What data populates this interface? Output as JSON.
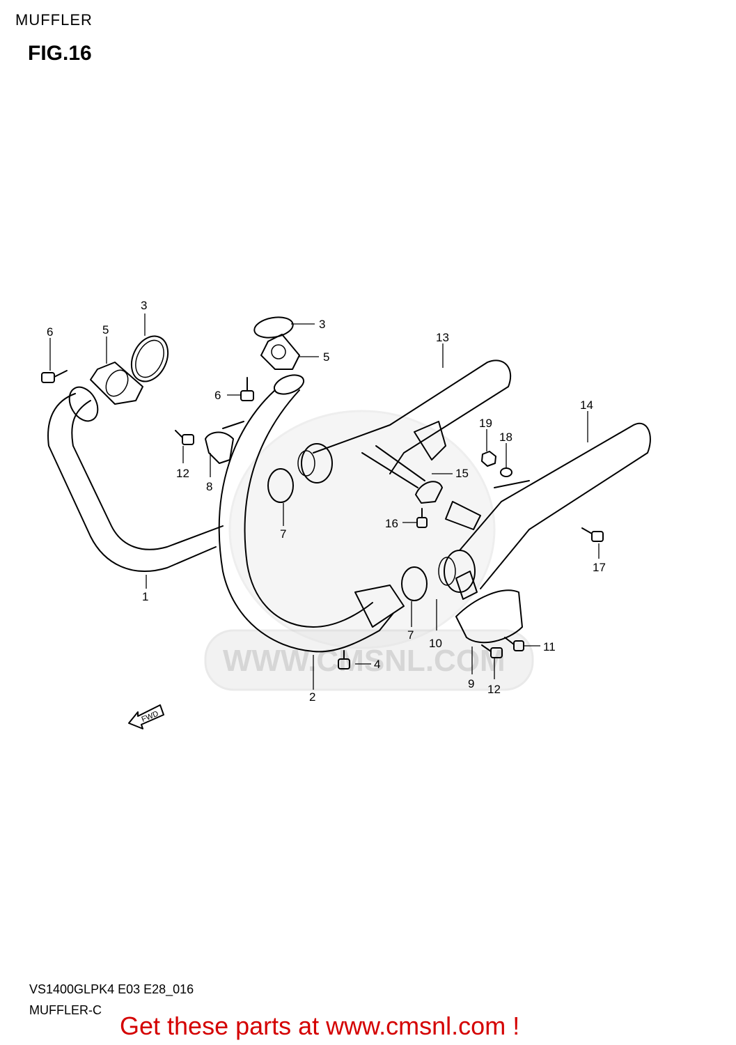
{
  "header": {
    "page_label": "MUFFLER",
    "figure_title": "FIG.16"
  },
  "footer": {
    "model_code": "VS1400GLPK4 E03 E28_016",
    "sub_label": "MUFFLER-C",
    "promo_text": "Get these parts at www.cmsnl.com !"
  },
  "diagram": {
    "watermark_text": "WWW.CMSNL.COM",
    "fwd_text": "FWD",
    "callouts": [
      {
        "id": "c1",
        "text": "1"
      },
      {
        "id": "c2",
        "text": "2"
      },
      {
        "id": "c3a",
        "text": "3"
      },
      {
        "id": "c3b",
        "text": "3"
      },
      {
        "id": "c4",
        "text": "4"
      },
      {
        "id": "c5a",
        "text": "5"
      },
      {
        "id": "c5b",
        "text": "5"
      },
      {
        "id": "c6a",
        "text": "6"
      },
      {
        "id": "c6b",
        "text": "6"
      },
      {
        "id": "c7a",
        "text": "7"
      },
      {
        "id": "c7b",
        "text": "7"
      },
      {
        "id": "c8",
        "text": "8"
      },
      {
        "id": "c9",
        "text": "9"
      },
      {
        "id": "c10",
        "text": "10"
      },
      {
        "id": "c11",
        "text": "11"
      },
      {
        "id": "c12a",
        "text": "12"
      },
      {
        "id": "c12b",
        "text": "12"
      },
      {
        "id": "c13",
        "text": "13"
      },
      {
        "id": "c14",
        "text": "14"
      },
      {
        "id": "c15",
        "text": "15"
      },
      {
        "id": "c16",
        "text": "16"
      },
      {
        "id": "c17",
        "text": "17"
      },
      {
        "id": "c18",
        "text": "18"
      },
      {
        "id": "c19",
        "text": "19"
      }
    ]
  }
}
